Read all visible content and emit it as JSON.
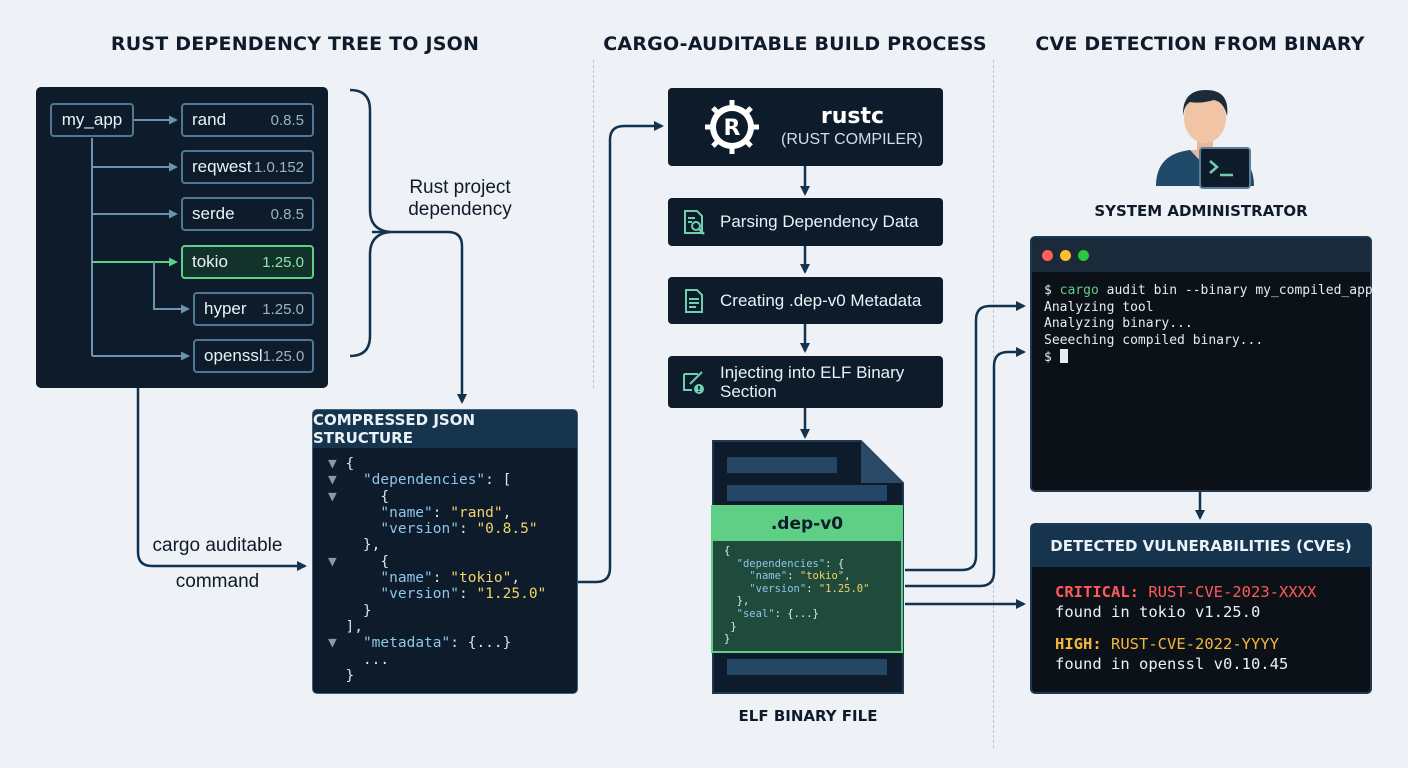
{
  "titles": {
    "left": "RUST DEPENDENCY TREE TO JSON",
    "middle": "CARGO-AUDITABLE BUILD PROCESS",
    "right": "CVE DETECTION FROM BINARY"
  },
  "tree": {
    "root": "my_app",
    "deps": [
      {
        "name": "rand",
        "version": "0.8.5"
      },
      {
        "name": "reqwest",
        "version": "1.0.152"
      },
      {
        "name": "serde",
        "version": "0.8.5"
      },
      {
        "name": "tokio",
        "version": "1.25.0",
        "highlight": true
      },
      {
        "name": "hyper",
        "version": "1.25.0"
      },
      {
        "name": "openssl",
        "version": "1.25.0"
      }
    ],
    "brace_label_line1": "Rust project",
    "brace_label_line2": "dependency",
    "command_label_line1": "cargo auditable",
    "command_label_line2": "command"
  },
  "json_panel": {
    "title": "COMPRESSED JSON STRUCTURE"
  },
  "build": {
    "rustc_title": "rustc",
    "rustc_subtitle": "(RUST COMPILER)",
    "steps": [
      "Parsing Dependency Data",
      "Creating .dep-v0 Metadata",
      "Injecting into ELF Binary Section"
    ],
    "step3_line1": "Injecting into ELF Binary",
    "step3_line2": "Section",
    "section_name": ".dep-v0",
    "file_caption": "ELF BINARY FILE"
  },
  "admin": {
    "label": "SYSTEM ADMINISTRATOR",
    "terminal_lines": [
      "$ cargo audit bin --binary my_compiled_app",
      "Analyzing tool",
      "Analyzing binary...",
      "Seeeching compiled binary...",
      "$"
    ],
    "term_cmd": "cargo",
    "term_rest": " audit bin --binary my_compiled_app"
  },
  "vulns": {
    "title": "DETECTED VULNERABILITIES (CVEs)",
    "items": [
      {
        "severity": "CRITICAL:",
        "id": "RUST-CVE-2023-XXXX",
        "found": "found in tokio v1.25.0"
      },
      {
        "severity": "HIGH:",
        "id": "RUST-CVE-2022-YYYY",
        "found": "found in openssl v0.10.45"
      }
    ]
  },
  "colors": {
    "navy": "#0d1b2a",
    "green": "#5fcf86",
    "critical": "#ff5a5a",
    "high": "#f5b73b"
  }
}
